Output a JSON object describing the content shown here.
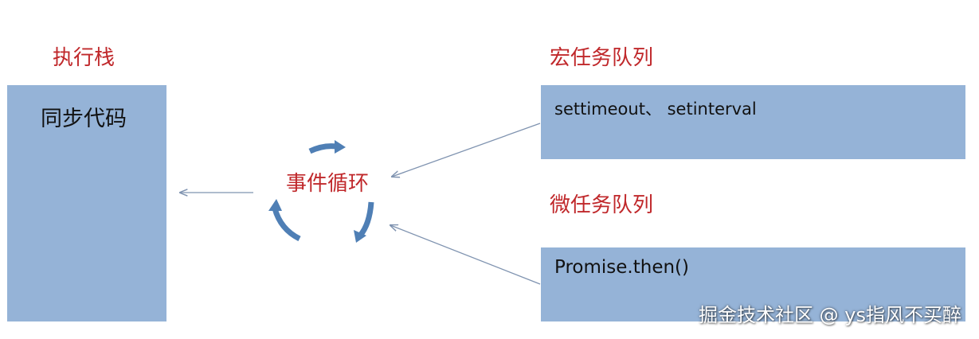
{
  "call_stack": {
    "title": "执行栈",
    "content": "同步代码"
  },
  "event_loop": {
    "label": "事件循环"
  },
  "macro_queue": {
    "title": "宏任务队列",
    "content": "settimeout、 setinterval"
  },
  "micro_queue": {
    "title": "微任务队列",
    "content": "Promise.then()"
  },
  "watermark": "掘金技术社区 @ ys指风不买醉",
  "colors": {
    "title_red": "#c0282b",
    "box_blue": "#95b3d7",
    "loop_arrow_blue": "#4f7fb5",
    "connector_gray": "#7f93b0"
  }
}
